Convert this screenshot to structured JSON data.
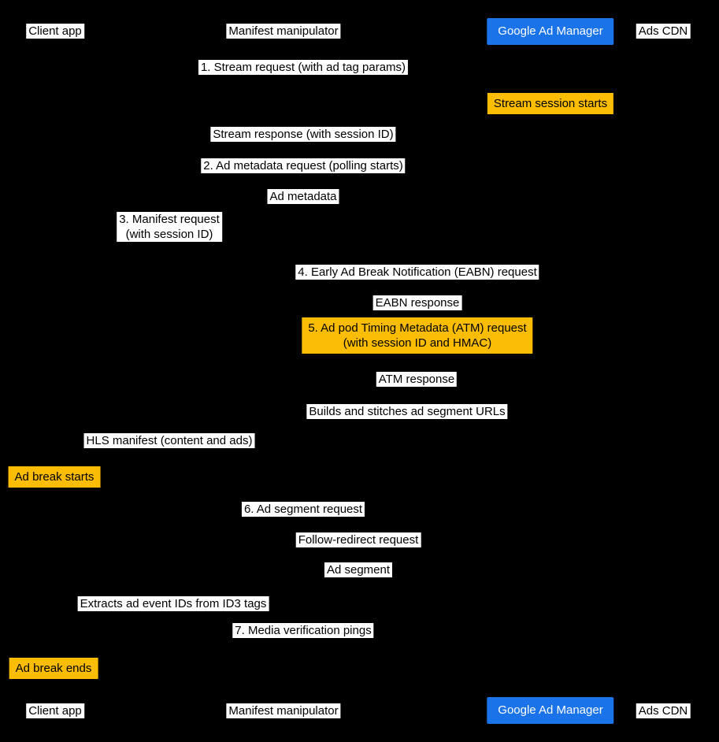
{
  "colors": {
    "bg": "#000000",
    "label_bg": "#ffffff",
    "label_text": "#000000",
    "note_bg": "#fbbc04",
    "gam_bg": "#1a73e8",
    "gam_text": "#ffffff"
  },
  "diagram": {
    "actors": {
      "client_app": "Client app",
      "manifest_manipulator": "Manifest manipulator",
      "google_ad_manager": "Google Ad Manager",
      "ads_cdn": "Ads CDN"
    },
    "messages": [
      {
        "line1": "1. Stream request (with ad tag params)"
      },
      {
        "line1": "Stream session starts"
      },
      {
        "line1": "Stream response (with session ID)"
      },
      {
        "line1": "2. Ad metadata request (polling starts)"
      },
      {
        "line1": "Ad metadata"
      },
      {
        "line1": "3. Manifest request",
        "line2": "(with session ID)"
      },
      {
        "line1": "4. Early Ad Break Notification (EABN) request"
      },
      {
        "line1": "EABN response"
      },
      {
        "line1": "5. Ad pod Timing Metadata (ATM) request",
        "line2": "(with session ID and HMAC)"
      },
      {
        "line1": "ATM response"
      },
      {
        "line1": "Builds and stitches ad segment URLs"
      },
      {
        "line1": "HLS manifest (content and ads)"
      },
      {
        "line1": "Ad break starts"
      },
      {
        "line1": "6. Ad segment request"
      },
      {
        "line1": "Follow-redirect request"
      },
      {
        "line1": "Ad segment"
      },
      {
        "line1": "Extracts ad event IDs from ID3 tags"
      },
      {
        "line1": "7. Media verification pings"
      },
      {
        "line1": "Ad break ends"
      }
    ]
  }
}
